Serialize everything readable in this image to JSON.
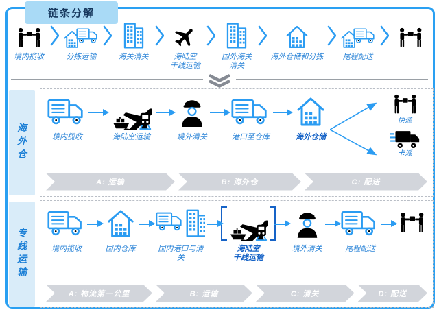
{
  "header": {
    "title": "链条分解"
  },
  "colors": {
    "accent_blue": "#2b9cf2",
    "label_blue": "#2e86d8",
    "bold_label_blue": "#1663c7",
    "title_bg": "#a9daf6",
    "title_text": "#15365c",
    "section_label_bg": "#d9ecf9",
    "band_gray": "#d2d5db",
    "band_text": "#ffffff",
    "divider_gray": "#9aa0a6",
    "frame_border": "#2aa0f2"
  },
  "top_strip": {
    "steps": [
      {
        "icon": "people-handoff-icon",
        "label": "境内揽收"
      },
      {
        "icon": "warehouse-truck-icon",
        "label": "分拣运输"
      },
      {
        "icon": "building-icon",
        "label": "海关清关"
      },
      {
        "icon": "plane-icon",
        "label": "海陆空\n干线运输"
      },
      {
        "icon": "building-icon",
        "label": "国外海关\n清关"
      },
      {
        "icon": "warehouse-icon",
        "label": "海外仓储和分拣"
      },
      {
        "icon": "warehouse-truck-icon",
        "label": "尾程配送"
      },
      {
        "icon": "people-handoff-icon",
        "label": ""
      }
    ]
  },
  "overseas": {
    "label": "海外仓",
    "steps": [
      {
        "icon": "truck-icon",
        "label": "境内揽收"
      },
      {
        "icon": "multimodal-icon",
        "label": "海陆空运输"
      },
      {
        "icon": "customs-officer-icon",
        "label": "境外清关"
      },
      {
        "icon": "truck-icon",
        "label": "港口至仓库"
      },
      {
        "icon": "warehouse-icon",
        "label": "海外仓储",
        "emphasis": true
      }
    ],
    "branches": [
      {
        "icon": "people-handoff-icon",
        "label": "快递"
      },
      {
        "icon": "delivery-truck-icon",
        "label": "卡派"
      }
    ],
    "bands": [
      {
        "label": "A: 运输"
      },
      {
        "label": "B: 海外仓"
      },
      {
        "label": "C: 配送"
      }
    ]
  },
  "dedicated": {
    "label": "专线运输",
    "steps": [
      {
        "icon": "truck-icon",
        "label": "境内揽收"
      },
      {
        "icon": "warehouse-icon",
        "label": "国内仓库"
      },
      {
        "icon": "truck-building-icon",
        "label": "国内港口与清\n关"
      },
      {
        "icon": "multimodal-icon",
        "label": "海陆空\n干线运输",
        "emphasis": true,
        "bracketed": true
      },
      {
        "icon": "customs-officer-icon",
        "label": "境外清关"
      },
      {
        "icon": "truck-icon",
        "label": "尾程配送"
      },
      {
        "icon": "people-handoff-icon",
        "label": ""
      }
    ],
    "bands": [
      {
        "label": "A: 物流第一公里"
      },
      {
        "label": "B: 运输"
      },
      {
        "label": "C: 清关"
      },
      {
        "label": "D: 配送"
      }
    ]
  }
}
